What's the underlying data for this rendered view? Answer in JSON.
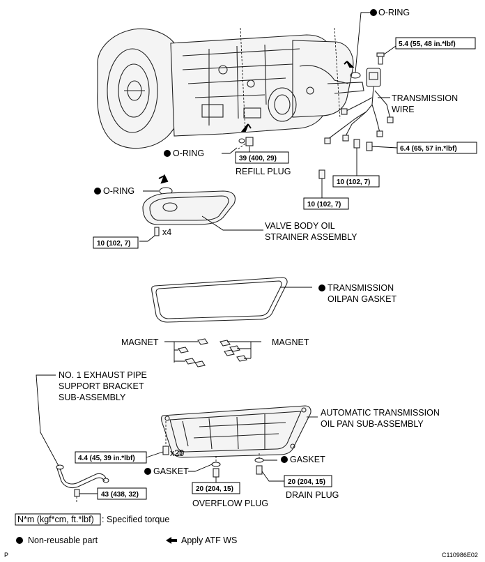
{
  "labels": {
    "oring_top": "O-RING",
    "oring_mid": "O-RING",
    "oring_left": "O-RING",
    "transmission_wire": [
      "TRANSMISSION",
      "WIRE"
    ],
    "refill_plug": "REFILL PLUG",
    "strainer": [
      "VALVE BODY OIL",
      "STRAINER ASSEMBLY"
    ],
    "oilpan_gasket": [
      "TRANSMISSION",
      "OILPAN GASKET"
    ],
    "magnet_left": "MAGNET",
    "magnet_right": "MAGNET",
    "exhaust_bracket": [
      "NO. 1 EXHAUST PIPE",
      "SUPPORT BRACKET",
      "SUB-ASSEMBLY"
    ],
    "oil_pan": [
      "AUTOMATIC TRANSMISSION",
      "OIL PAN SUB-ASSEMBLY"
    ],
    "gasket_left": "GASKET",
    "gasket_right": "GASKET",
    "overflow_plug": "OVERFLOW PLUG",
    "drain_plug": "DRAIN PLUG",
    "qty_x4": "x4",
    "qty_x20": "x20"
  },
  "torques": {
    "wire_top": "5.4 (55, 48 in.*lbf)",
    "refill": "39 (400, 29)",
    "wire_right": "6.4 (65, 57 in.*lbf)",
    "wire_mid": "10 (102, 7)",
    "wire_low": "10 (102, 7)",
    "strainer": "10 (102, 7)",
    "pan_bolts": "4.4 (45, 39 in.*lbf)",
    "overflow": "20 (204, 15)",
    "drain": "20 (204, 15)",
    "bracket": "43 (438, 32)"
  },
  "legend": {
    "torque_unit": "N*m (kgf*cm, ft.*lbf)",
    "torque_text": ": Specified torque",
    "non_reusable": "Non-reusable part",
    "apply_atf": "Apply ATF WS",
    "corner_p": "P",
    "figure_code": "C110986E02"
  }
}
